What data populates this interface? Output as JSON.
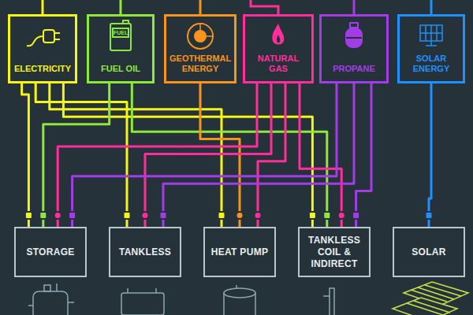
{
  "diagram": {
    "nodes": [
      {
        "text": [
          "ELECTRICITY"
        ]
      },
      {
        "text": [
          "FUEL OIL"
        ]
      },
      {
        "text": [
          "GEOTHERMAL ENERGY"
        ]
      },
      {
        "text": [
          "NATURAL GAS"
        ]
      },
      {
        "text": [
          "PROPANE"
        ]
      },
      {
        "text": [
          "SOLAR ENERGY"
        ]
      },
      {
        "text": [
          "STORAGE"
        ]
      },
      {
        "text": [
          "TANKLESS"
        ]
      },
      {
        "text": [
          "HEAT PUMP"
        ]
      },
      {
        "text": [
          "TANKLESS COIL & INDIRECT"
        ]
      },
      {
        "text": [
          "SOLAR"
        ]
      }
    ],
    "edges": [
      {
        "from": 0,
        "to": 6,
        "arrow": "none"
      },
      {
        "from": 0,
        "to": 7,
        "arrow": "none"
      },
      {
        "from": 0,
        "to": 8,
        "arrow": "none"
      },
      {
        "from": 0,
        "to": 9,
        "arrow": "none"
      },
      {
        "from": 1,
        "to": 6,
        "arrow": "none"
      },
      {
        "from": 1,
        "to": 9,
        "arrow": "none"
      },
      {
        "from": 2,
        "to": 8,
        "arrow": "none"
      },
      {
        "from": 3,
        "to": 6,
        "arrow": "none"
      },
      {
        "from": 3,
        "to": 7,
        "arrow": "none"
      },
      {
        "from": 3,
        "to": 8,
        "arrow": "none"
      },
      {
        "from": 3,
        "to": 9,
        "arrow": "none"
      },
      {
        "from": 4,
        "to": 6,
        "arrow": "none"
      },
      {
        "from": 4,
        "to": 7,
        "arrow": "none"
      },
      {
        "from": 4,
        "to": 9,
        "arrow": "none"
      },
      {
        "from": 5,
        "to": 10,
        "arrow": "none"
      }
    ],
    "labels": [
      "FUEL"
    ]
  }
}
